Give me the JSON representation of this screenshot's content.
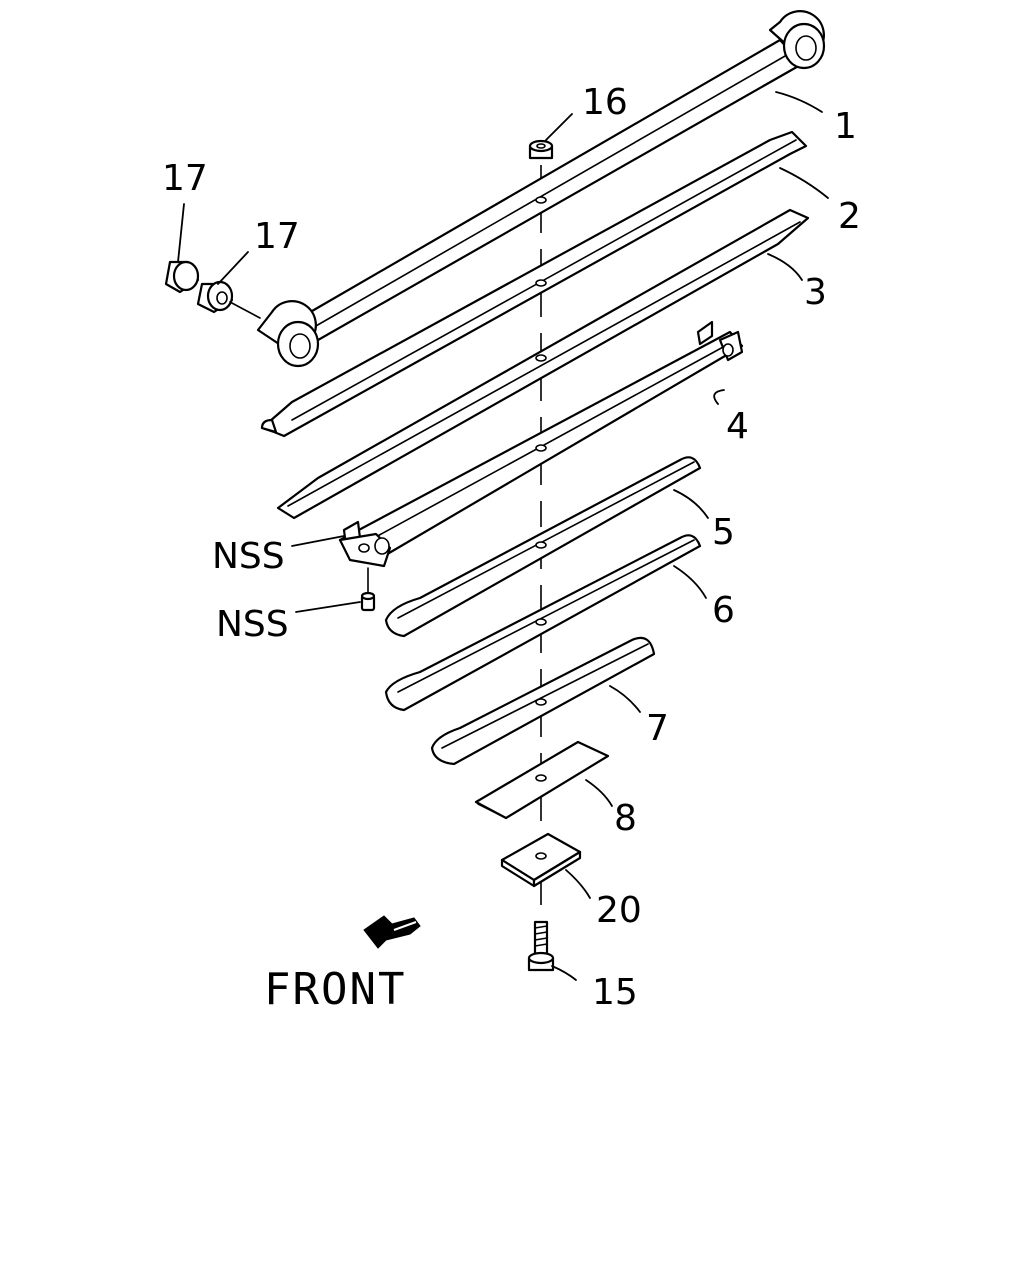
{
  "labels": {
    "p1": "1",
    "p2": "2",
    "p3": "3",
    "p4": "4",
    "p5": "5",
    "p6": "6",
    "p7": "7",
    "p8": "8",
    "p15": "15",
    "p16": "16",
    "p17a": "17",
    "p17b": "17",
    "p20": "20",
    "nss_bracket": "NSS",
    "nss_pin": "NSS"
  },
  "direction": "FRONT"
}
